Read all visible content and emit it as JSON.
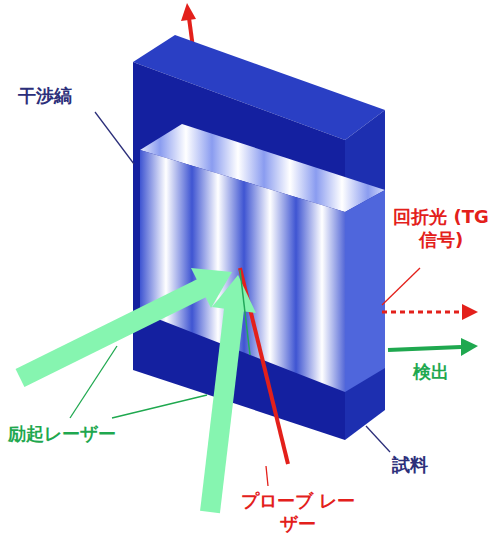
{
  "diagram": {
    "labels": [
      "干渉縞",
      "回折光 (TG信号)",
      "検出",
      "励起レーザー",
      "試料",
      "プローブ レーザー"
    ]
  }
}
